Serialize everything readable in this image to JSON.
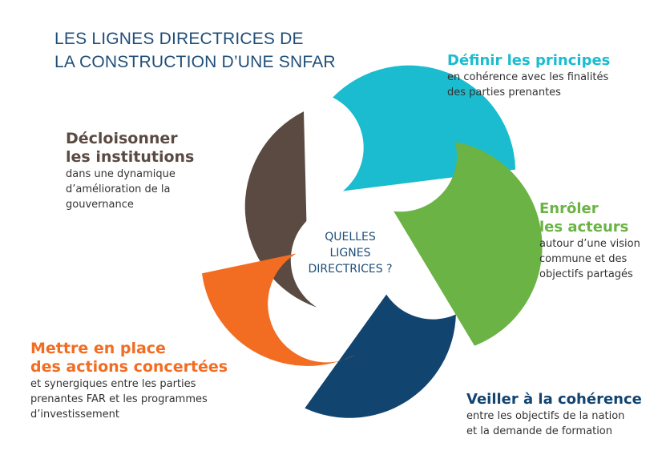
{
  "title": {
    "line1": "LES LIGNES DIRECTRICES DE",
    "line2": "LA CONSTRUCTION D’UNE SNFAR"
  },
  "center": {
    "line1": "QUELLES",
    "line2": "LIGNES",
    "line3": "DIRECTRICES ?"
  },
  "colors": {
    "brown": "#5a4a42",
    "cyan": "#1bbccf",
    "green": "#6ab344",
    "navy": "#124470",
    "orange": "#f26c22",
    "title": "#1f4e79"
  },
  "items": [
    {
      "key": "definir",
      "heading": [
        "Définir les principes"
      ],
      "desc": [
        "en cohérence avec les finalités",
        "des parties prenantes"
      ]
    },
    {
      "key": "enroler",
      "heading": [
        "Enrôler",
        "les acteurs"
      ],
      "desc": [
        "autour d’une vision",
        "commune et des",
        "objectifs partagés"
      ]
    },
    {
      "key": "veiller",
      "heading": [
        "Veiller à la cohérence"
      ],
      "desc": [
        "entre les objectifs de la nation",
        "et la demande de formation"
      ]
    },
    {
      "key": "mettre",
      "heading": [
        "Mettre en place",
        "des actions concertées"
      ],
      "desc": [
        "et synergiques entre les parties",
        "prenantes FAR et les programmes",
        "d’investissement"
      ]
    },
    {
      "key": "decloisonner",
      "heading": [
        "Décloisonner",
        "les institutions"
      ],
      "desc": [
        "dans une dynamique",
        "d’amélioration de la",
        "gouvernance"
      ]
    }
  ]
}
